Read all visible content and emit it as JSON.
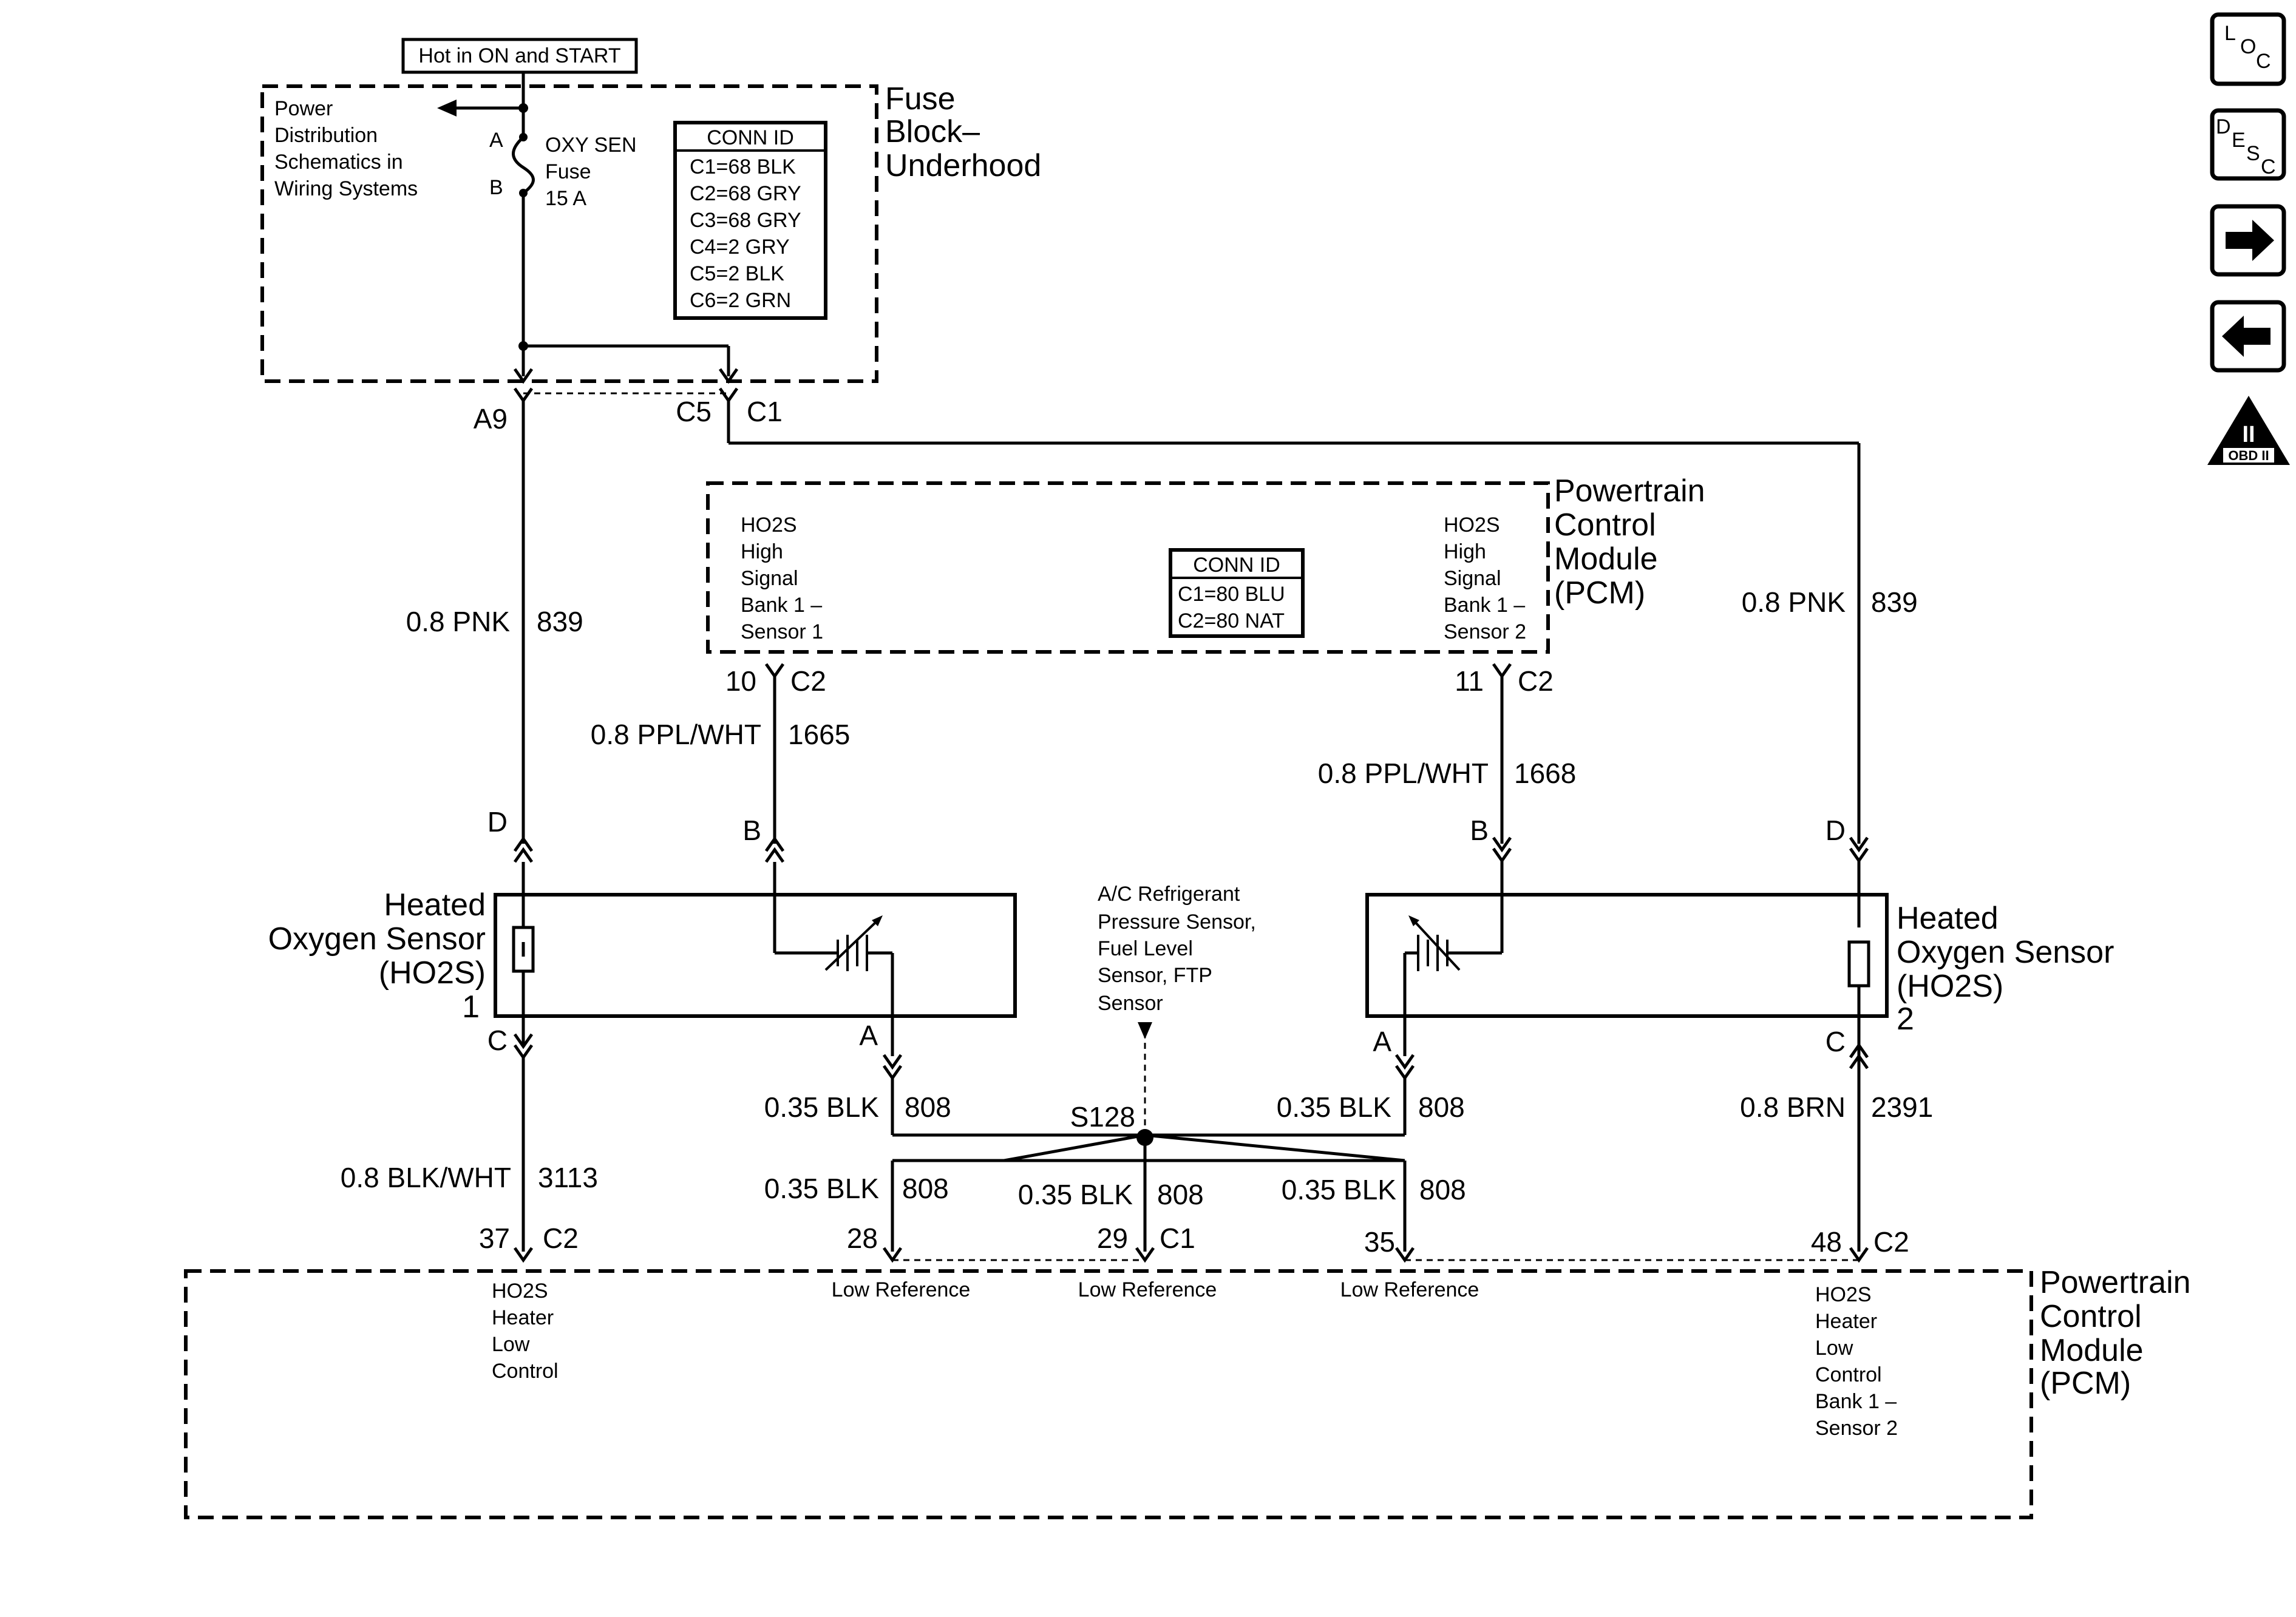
{
  "fuse_block": {
    "hot_label": "Hot in ON and START",
    "name": [
      "Fuse",
      "Block–",
      "Underhood"
    ],
    "power_dist": [
      "Power",
      "Distribution",
      "Schematics in",
      "Wiring Systems"
    ],
    "fuse_label": [
      "OXY SEN",
      "Fuse",
      "15 A"
    ],
    "pin_a": "A",
    "pin_b": "B",
    "conn_id": {
      "title": "CONN ID",
      "rows": [
        "C1=68 BLK",
        "C2=68 GRY",
        "C3=68 GRY",
        "C4=2 GRY",
        "C5=2 BLK",
        "C6=2 GRN"
      ]
    },
    "out_left_pin": "A9",
    "out_right_pin_a": "C5",
    "out_right_pin_b": "C1"
  },
  "pcm_top": {
    "name": [
      "Powertrain",
      "Control",
      "Module",
      "(PCM)"
    ],
    "left_signal": [
      "HO2S",
      "High",
      "Signal",
      "Bank 1 –",
      "Sensor 1"
    ],
    "right_signal": [
      "HO2S",
      "High",
      "Signal",
      "Bank 1 –",
      "Sensor 2"
    ],
    "conn_id": {
      "title": "CONN ID",
      "rows": [
        "C1=80 BLU",
        "C2=80 NAT"
      ]
    },
    "left_pin": "10",
    "left_conn": "C2",
    "right_pin": "11",
    "right_conn": "C2"
  },
  "wires": {
    "left_pnk": {
      "size": "0.8 PNK",
      "circuit": "839"
    },
    "right_pnk": {
      "size": "0.8 PNK",
      "circuit": "839"
    },
    "left_ppl": {
      "size": "0.8 PPL/WHT",
      "circuit": "1665"
    },
    "right_ppl": {
      "size": "0.8 PPL/WHT",
      "circuit": "1668"
    },
    "left_blk_top": {
      "size": "0.35 BLK",
      "circuit": "808"
    },
    "right_blk_top": {
      "size": "0.35 BLK",
      "circuit": "808"
    },
    "blk_28": {
      "size": "0.35 BLK",
      "circuit": "808"
    },
    "blk_29": {
      "size": "0.35 BLK",
      "circuit": "808"
    },
    "blk_35": {
      "size": "0.35 BLK",
      "circuit": "808"
    },
    "left_blkwht": {
      "size": "0.8 BLK/WHT",
      "circuit": "3113"
    },
    "right_brn": {
      "size": "0.8 BRN",
      "circuit": "2391"
    }
  },
  "sensor_1": {
    "name": [
      "Heated",
      "Oxygen Sensor",
      "(HO2S)",
      "1"
    ],
    "pin_d": "D",
    "pin_b": "B",
    "pin_c": "C",
    "pin_a": "A"
  },
  "sensor_2": {
    "name": [
      "Heated",
      "Oxygen Sensor",
      "(HO2S)",
      "2"
    ],
    "pin_d": "D",
    "pin_b": "B",
    "pin_c": "C",
    "pin_a": "A"
  },
  "splice": {
    "name": "S128",
    "note": [
      "A/C Refrigerant",
      "Pressure Sensor,",
      "Fuel Level",
      "Sensor, FTP",
      "Sensor"
    ]
  },
  "pcm_bottom": {
    "name": [
      "Powertrain",
      "Control",
      "Module",
      "(PCM)"
    ],
    "pin_37": "37",
    "conn_37": "C2",
    "pin_28": "28",
    "pin_29": "29",
    "conn_29": "C1",
    "pin_35": "35",
    "pin_48": "48",
    "conn_48": "C2",
    "heater_left": [
      "HO2S",
      "Heater",
      "Low",
      "Control"
    ],
    "low_ref_1": "Low Reference",
    "low_ref_2": "Low Reference",
    "low_ref_3": "Low Reference",
    "heater_right": [
      "HO2S",
      "Heater",
      "Low",
      "Control",
      "Bank 1 –",
      "Sensor 2"
    ]
  },
  "side_nav": {
    "loc": [
      "L",
      "O",
      "C"
    ],
    "desc": [
      "D",
      "E",
      "S",
      "C"
    ],
    "next_icon": "right-arrow-icon",
    "prev_icon": "left-arrow-icon",
    "obd_icon": "obd-ii-icon",
    "obd_roman": "II",
    "obd_text": "OBD II"
  }
}
